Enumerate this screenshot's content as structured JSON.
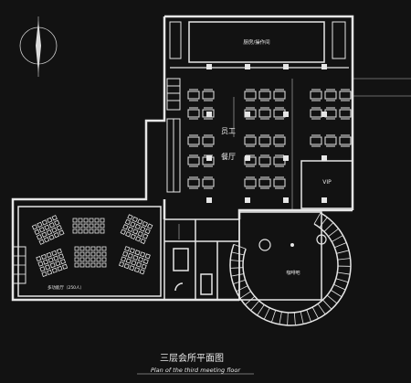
{
  "labels": {
    "kitchen": "厨房/操作间",
    "staff_dining_line1": "员工",
    "staff_dining_line2": "餐厅",
    "vip": "VIP",
    "multi_hall": "多功能厅（250人）",
    "cafe": "咖啡吧"
  },
  "caption": {
    "title": "三层会所平面图",
    "subtitle": "Plan of the third meeting floor"
  },
  "colors": {
    "background": "#121212",
    "lines": "#e6e6e6",
    "watermark": "#b3262c"
  },
  "icons": {
    "north_arrow": "compass-needle-icon"
  }
}
